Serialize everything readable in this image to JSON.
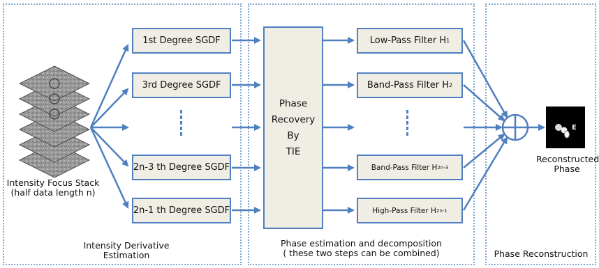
{
  "regions": [
    {
      "caption_lines": [
        "Intensity Derivative",
        "Estimation"
      ]
    },
    {
      "caption_lines": [
        "Phase estimation and decomposition",
        "( these two steps can be combined)"
      ]
    },
    {
      "caption_lines": [
        "Phase Reconstruction"
      ]
    }
  ],
  "input": {
    "caption_lines": [
      "Intensity Focus Stack",
      "(half data length n)"
    ]
  },
  "sgdf_boxes": [
    "1st Degree SGDF",
    "3rd Degree SGDF",
    "2n-3 th Degree SGDF",
    "2n-1 th Degree SGDF"
  ],
  "phase_box_lines": [
    "Phase",
    "Recovery",
    "By",
    "TIE"
  ],
  "filters": [
    {
      "label": "Low-Pass Filter H",
      "sub": "1"
    },
    {
      "label": "Band-Pass Filter H",
      "sub": "2"
    },
    {
      "label": "Band-Pass Filter H",
      "sub": "2n-3"
    },
    {
      "label": "High-Pass Filter H",
      "sub": "2n-1"
    }
  ],
  "output": {
    "caption_lines": [
      "Reconstructed",
      "Phase"
    ],
    "image_letters": "E"
  },
  "colors": {
    "arrow": "#4f7fbf",
    "box_fill": "#efede4",
    "box_border": "#4f7fbf",
    "region_border": "#7fa7cf"
  }
}
